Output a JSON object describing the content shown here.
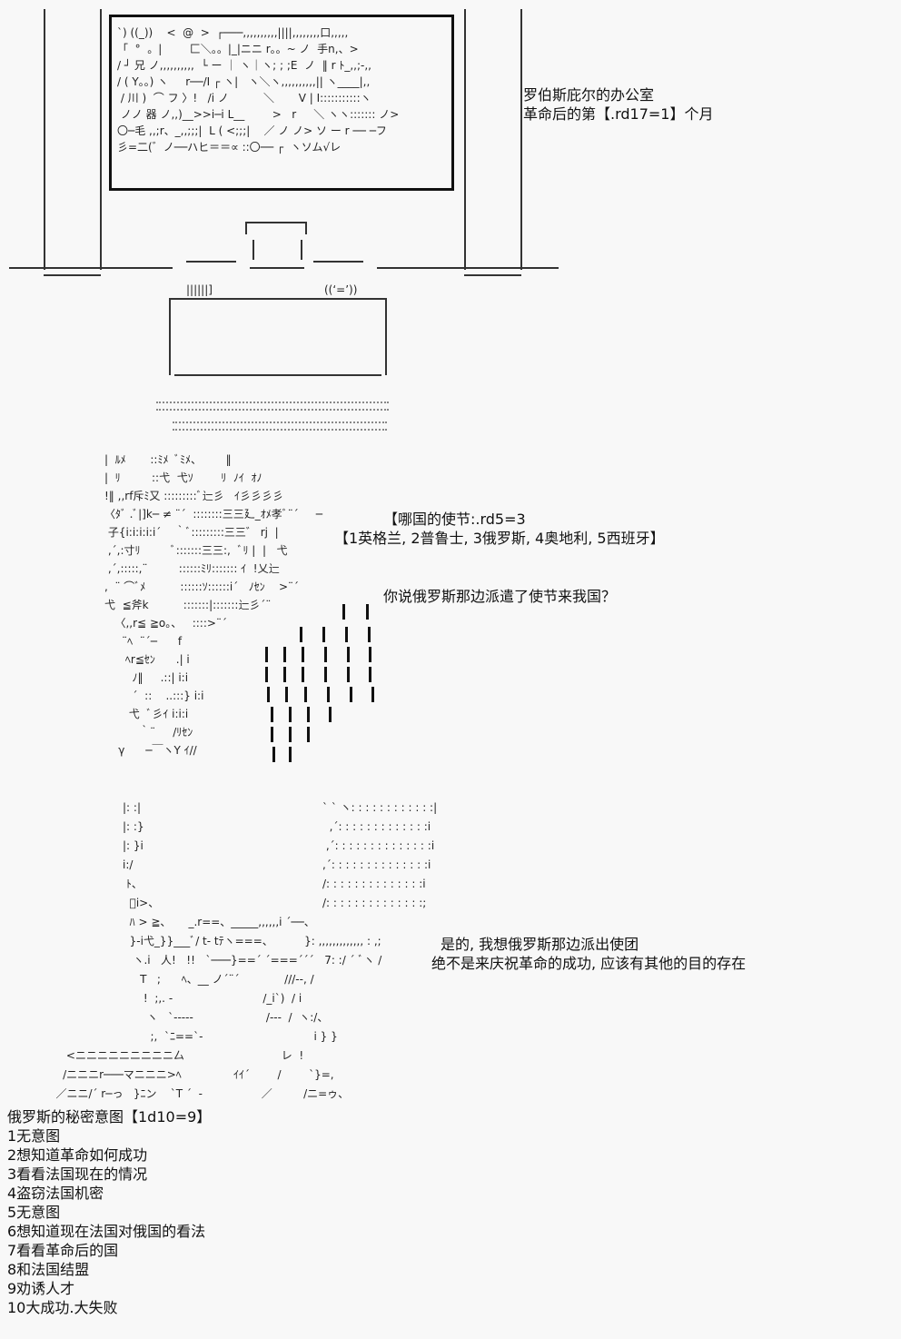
{
  "scene": {
    "location_caption": "罗伯斯庇尔的办公室",
    "time_caption": "革命后的第【.rd17=1】个月"
  },
  "painting_art": [
    "`) ((_))    <  @  >  ┌───,,,,,,,,,,||||,,,,,,,,口,,,,,",
    "「  °  。|        匚＼。。|_|ニニ r。。~ ノ  手n,、>",
    "/ ┘ 兄 ノ,,,,,,,,,,  └ ー ｜ ヽ｜ヽ; ; ;E  ノ  ‖ r ﾄ_,,;-,,",
    "/ ( Y。。) ヽ     r──/I ┌ ヽ|   ヽ＼ヽ,,,,,,,,,,|| ヽ____|,,",
    " / 川 )  ⌒ フ 〉!   /i ノ          ＼       V | I:::::::::::ヽ",
    " ノノ 器 ノ,,)__>>i─i L__        >   r     ＼ ヽヽ::::::: ノ>",
    "〇─毛 ,,;r、_,,;;;|  L ( <;;;|    ／ ノ ノ> ソ ー r ── ─フ",
    "彡=二(゛ノ──ハヒ＝＝∝ ::〇── ┌  ヽソム√レ"
  ],
  "desk_art": {
    "left_label": "||||||]",
    "right_label": "((‘=’))"
  },
  "dialogue": [
    {
      "speaker_line": "【哪国的使节:.rd5=3",
      "choices": "【1英格兰, 2普鲁士, 3俄罗斯, 4奥地利, 5西班牙】"
    },
    {
      "line": "你说俄罗斯那边派遣了使节来我国？"
    },
    {
      "line": "是的, 我想俄罗斯那边派出使团"
    },
    {
      "line": "绝不是来庆祝革命的成功, 应该有其他的目的存在"
    }
  ],
  "figure1_art": [
    "|  ﾙﾒ       ::ﾐﾒ  ﾞﾐﾒ、       ‖",
    "|  ﾘ         ::弋  弋ｿ        ﾘ  ﾉｲ  ｵﾉ",
    "!‖ ,,rf斥ﾐ又 :::::::::ﾞ辷彡   ｲ彡彡彡彡",
    "〈ﾀﾞ .ﾞ|]k─ ≠ ¨´  ::::::::三三廴_ｵﾒ孝ﾞ¨´     ─",
    " 子{i:i:i:i:i´    ｀ﾞ:::::::::三三゛ rj  |",
    " ,´,:寸ﾘ         ﾞ:::::::三三:,  ﾞﾘ |  |   弋",
    " ,´,:::::,¨         ::::::ﾐﾘ::::::: ｲ  !乂辷",
    ",  ¨ ⌒ﾞﾒ          ::::::ｿ::::::i´   ﾉｾﾝ    >¨´",
    "弋  ≦斧k          :::::::|:::::::辷彡´¨",
    "   〈,,r≦ ≧o。、   ::::>¨´",
    "     ¨ﾍ  ¨´─      f",
    "      ﾍr≦ｾﾝ      .| i",
    "        ﾉ‖     .::| i:i",
    "        ´  ::    ..:::} i:i",
    "       弋  ﾞ彡ｲ i:i:i",
    "          ｀¨     /ﾘｾﾝ",
    "    γ      ─￣ヽY ｲ//"
  ],
  "figure2_art": [
    "|: :|",
    "|: :}",
    "|: }i",
    "i:/",
    " ﾄ、",
    "  ﾞi>、",
    "  ﾊ > ≧、     _.r==、_____,,,,,,i ´──、",
    "  }-i弋_}}___ﾞ/ t- tﾃヽ===、         }: ,,,,,,,,,,,,, : ,;",
    "   ヽ.i   人!   !!   `───}==´ ´===´´´   7: :/ ´ ﾞヽ /",
    "     T   ;      ﾍ、__ ノ´¨´             ///--, /",
    "      !  ;,. -                          /_i`)  / i",
    "       ヽ   `-----                     /---  /  ヽ:/、",
    "        ;,  `ﾆ==`-                                i } }",
    "      <ニニニニニニニニニ厶                            レ  !",
    "     /ニニニr───マニニニ>ﾍ               ｲｲ´        /        `}=,",
    "   ／ニニ/´ r─っ   }ﾆン    `T ´  -                 ／         /ニ=ゥ、"
  ],
  "desk_right_art": [
    "` ` ヽ: : : : : : : : : : : :|",
    "  ,´: : : : : : : : : : : : :i",
    " ,´: : : : : : : : : : : : : :i",
    ",´: : : : : : : : : : : : : :i",
    "/: : : : : : : : : : : : : :i",
    "/: : : : : : : : : : : : : :;"
  ],
  "intent_roll": {
    "title": "俄罗斯的秘密意图【1d10=9】",
    "options": [
      "1无意图",
      "2想知道革命如何成功",
      "3看看法国现在的情况",
      "4盗窃法国机密",
      "5无意图",
      "6想知道现在法国对俄国的看法",
      "7看看革命后的国",
      "8和法国结盟",
      "9劝诱人才",
      "10大成功.大失败"
    ]
  }
}
